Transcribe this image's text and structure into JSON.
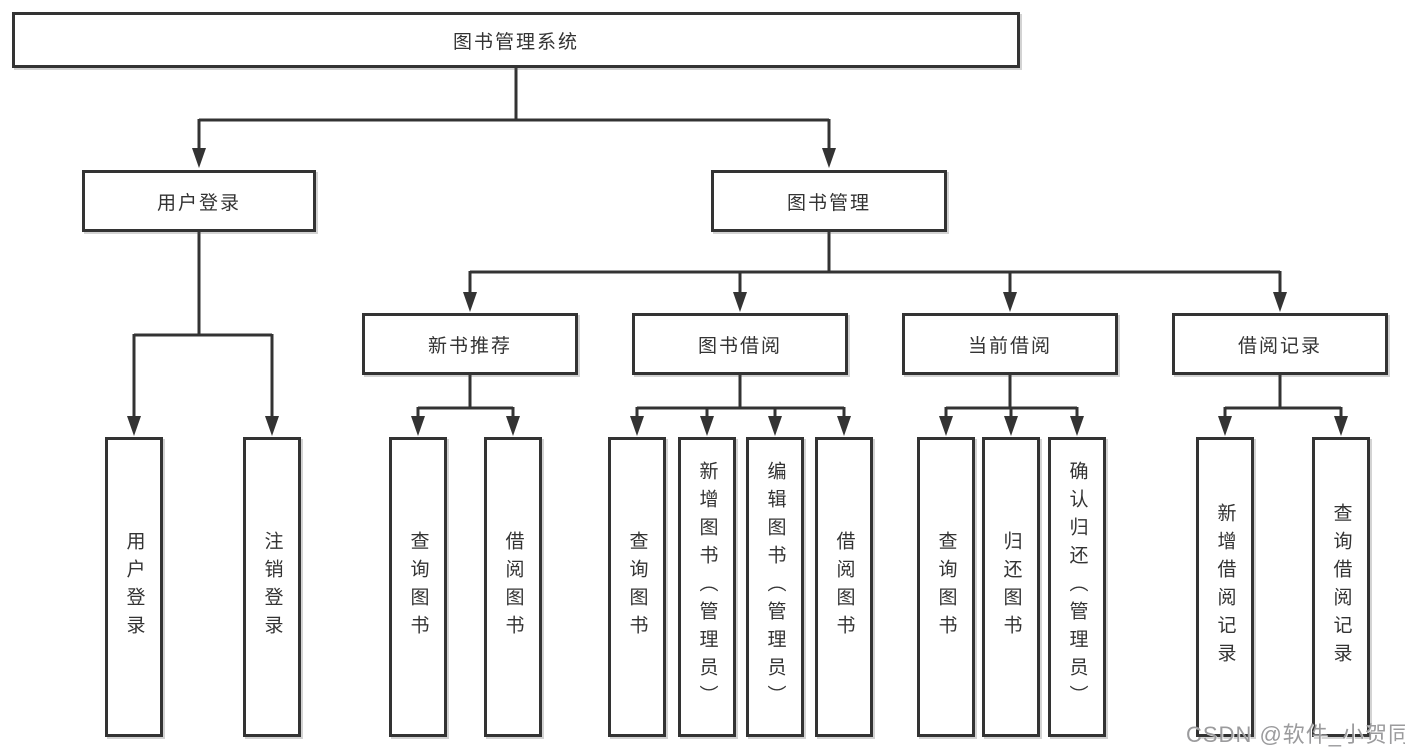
{
  "diagram": {
    "title": "图书管理系统",
    "branches": [
      {
        "label": "用户登录",
        "children": [
          "用户登录",
          "注销登录"
        ]
      },
      {
        "label": "图书管理",
        "children": [
          {
            "label": "新书推荐",
            "children": [
              "查询图书",
              "借阅图书"
            ]
          },
          {
            "label": "图书借阅",
            "children": [
              "查询图书",
              "新增图书（管理员）",
              "编辑图书（管理员）",
              "借阅图书"
            ]
          },
          {
            "label": "当前借阅",
            "children": [
              "查询图书",
              "归还图书",
              "确认归还（管理员）"
            ]
          },
          {
            "label": "借阅记录",
            "children": [
              "新增借阅记录",
              "查询借阅记录"
            ]
          }
        ]
      }
    ],
    "colors": {
      "line": "#333333",
      "box_border": "#333333",
      "text": "#333333",
      "background": "#ffffff",
      "watermark": "#9b9b9d"
    }
  },
  "watermark": {
    "text": "CSDN @软件_小贺同学"
  }
}
